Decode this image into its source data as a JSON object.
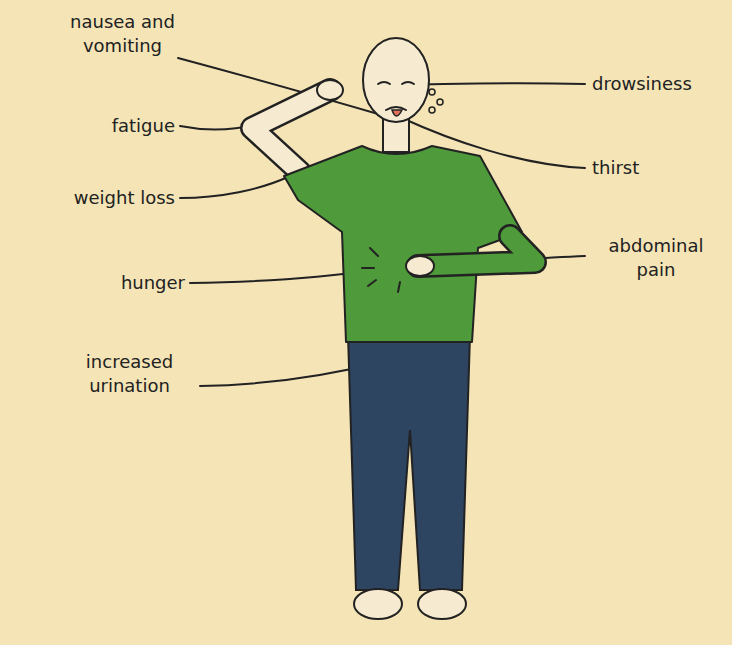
{
  "diagram": {
    "labels": [
      "nausea and vomiting",
      "drowsiness",
      "fatigue",
      "thirst",
      "weight loss",
      "abdominal pain",
      "hunger",
      "increased urination"
    ]
  }
}
